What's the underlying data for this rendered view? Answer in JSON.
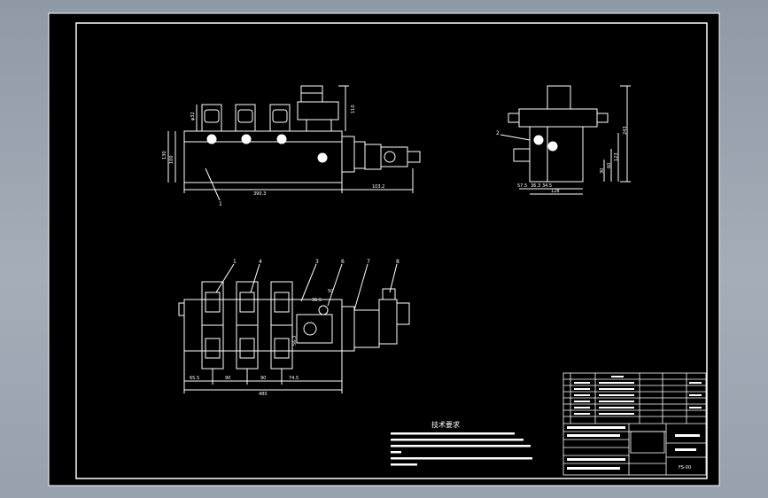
{
  "drawing": {
    "background_color": "#000000",
    "line_color": "#ffffff",
    "app_background_color": "#a0aab5"
  },
  "front_view": {
    "dimensions": {
      "d1": "130",
      "d2": "100",
      "d3": "φ32",
      "d4": "110",
      "overall_length": "390.3",
      "right_length": "103.2"
    },
    "balloon": "1"
  },
  "side_view": {
    "dimensions": {
      "h1": "243",
      "h2": "123",
      "h3": "60",
      "h4": "30",
      "w1": "57.5",
      "w2": "36.3",
      "w3": "34.5",
      "w_total": "128"
    },
    "balloon": "2"
  },
  "top_view": {
    "balloons": [
      "1",
      "4",
      "3",
      "6",
      "7",
      "8"
    ],
    "dimensions": {
      "seg1": "65.5",
      "seg2": "90",
      "seg3": "90",
      "seg4": "74.5",
      "total": "480",
      "small1": "50",
      "small2": "36.5",
      "small3": "56.3"
    }
  },
  "notes": {
    "title": "技术要求"
  },
  "title_block": {
    "drawing_no": "FS-00"
  }
}
